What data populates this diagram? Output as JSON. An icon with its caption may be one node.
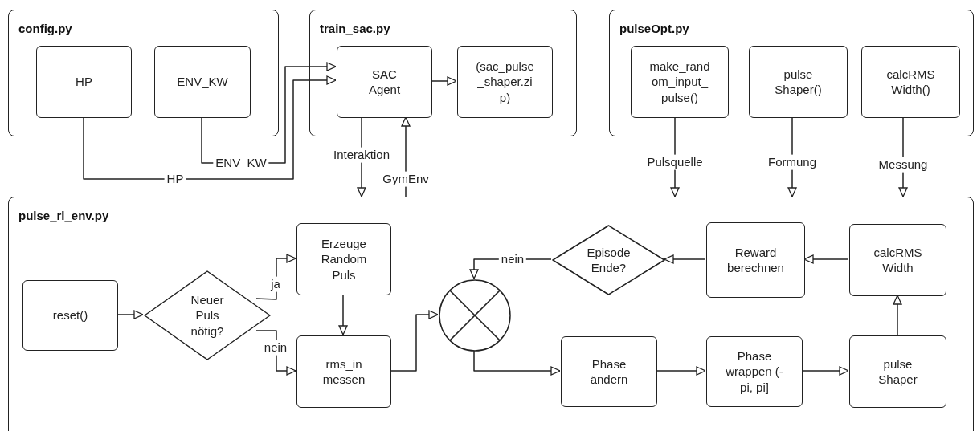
{
  "diagram": {
    "nodes": [
      {
        "text": [
          "config.py"
        ]
      },
      {
        "text": [
          "HP"
        ],
        "in": 0
      },
      {
        "text": [
          "ENV_KW"
        ],
        "in": 0
      },
      {
        "text": [
          "train_sac.py"
        ]
      },
      {
        "text": [
          "SAC Agent"
        ],
        "in": 3
      },
      {
        "text": [
          "(sac_pulse_shaper.zip)"
        ],
        "in": 3
      },
      {
        "text": [
          "pulseOpt.py"
        ]
      },
      {
        "text": [
          "make_random_input_pulse()"
        ],
        "in": 6
      },
      {
        "text": [
          "pulse Shaper()"
        ],
        "in": 6
      },
      {
        "text": [
          "calcRMS Width()"
        ],
        "in": 6
      },
      {
        "text": [
          "pulse_rl_env.py"
        ]
      },
      {
        "text": [
          "reset()"
        ],
        "in": 10
      },
      {
        "text": [
          "Neuer Puls nötig?"
        ],
        "in": 10
      },
      {
        "text": [
          "Erzeuge Random Puls"
        ],
        "in": 10
      },
      {
        "text": [
          "rms_in messen"
        ],
        "in": 10
      },
      {
        "text": [],
        "shape": "circle",
        "in": 10
      },
      {
        "text": [
          "Episode Ende?"
        ],
        "in": 10
      },
      {
        "text": [
          "Reward berechnen"
        ],
        "in": 10
      },
      {
        "text": [
          "calcRMS Width"
        ],
        "in": 10
      },
      {
        "text": [
          "Phase ändern"
        ],
        "in": 10
      },
      {
        "text": [
          "Phase wrappen (-pi, pi]"
        ],
        "in": 10
      },
      {
        "text": [
          "pulse Shaper"
        ],
        "in": 10
      }
    ],
    "edges": [
      {
        "from": 1,
        "to": 4,
        "arrow": "to",
        "label": "HP"
      },
      {
        "from": 2,
        "to": 4,
        "arrow": "to",
        "label": "ENV_KW"
      },
      {
        "from": 4,
        "to": 10,
        "arrow": "to",
        "label": "Interaktion"
      },
      {
        "from": 10,
        "to": 4,
        "arrow": "to",
        "label": "GymEnv"
      },
      {
        "from": 7,
        "to": 10,
        "arrow": "to",
        "label": "Pulsquelle"
      },
      {
        "from": 8,
        "to": 10,
        "arrow": "to",
        "label": "Formung"
      },
      {
        "from": 9,
        "to": 10,
        "arrow": "to",
        "label": "Messung"
      },
      {
        "from": 4,
        "to": 5,
        "arrow": "to"
      },
      {
        "from": 11,
        "to": 12,
        "arrow": "to"
      },
      {
        "from": 12,
        "to": 13,
        "arrow": "to",
        "label": "ja"
      },
      {
        "from": 12,
        "to": 14,
        "arrow": "to",
        "label": "nein"
      },
      {
        "from": 13,
        "to": 14,
        "arrow": "to"
      },
      {
        "from": 14,
        "to": 15,
        "arrow": "to"
      },
      {
        "from": 15,
        "to": 19,
        "arrow": "to"
      },
      {
        "from": 19,
        "to": 20,
        "arrow": "to"
      },
      {
        "from": 20,
        "to": 21,
        "arrow": "to"
      },
      {
        "from": 21,
        "to": 18,
        "arrow": "to"
      },
      {
        "from": 18,
        "to": 17,
        "arrow": "to"
      },
      {
        "from": 17,
        "to": 16,
        "arrow": "to"
      },
      {
        "from": 16,
        "to": 15,
        "arrow": "to",
        "label": "nein"
      }
    ]
  }
}
